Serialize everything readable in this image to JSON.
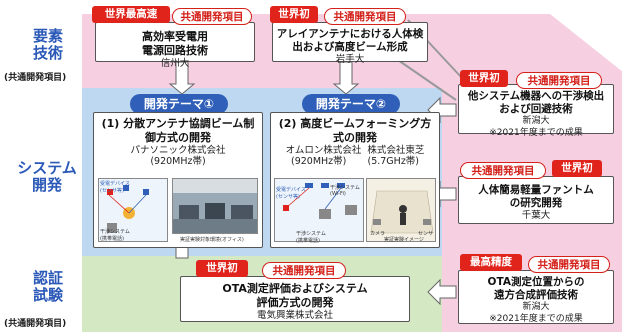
{
  "sections": {
    "element_tech": "要素\n技術",
    "element_tech_sub": "(共通開発項目)",
    "system_dev": "システム\n開発",
    "certification": "認証\n試験",
    "certification_sub": "(共通開発項目)"
  },
  "badges": {
    "world_fastest": "世界最高速",
    "world_first": "世界初",
    "common_item": "共通開発項目",
    "highest_precision": "最高精度",
    "theme1": "開発テーマ①",
    "theme2": "開発テーマ②"
  },
  "boxes": {
    "power_circuit": {
      "title": "高効率受電用\n電源回路技術",
      "org": "信州大"
    },
    "array_antenna": {
      "title": "アレイアンテナにおける人体検\n出および高度ビーム形成",
      "org": "岩手大"
    },
    "interference": {
      "title": "他システム機器への干渉検出\nおよび回避技術",
      "org": "新潟大\n※2021年度までの成果"
    },
    "phantom": {
      "title": "人体簡易軽量ファントム\nの研究開発",
      "org": "千葉大"
    },
    "ota_remote": {
      "title": "OTA測定位置からの\n遠方合成評価技術",
      "org": "新潟大\n※2021年度までの成果"
    },
    "theme1_box": {
      "title": "(1) 分散アンテナ協調ビーム制\n御方式の開発",
      "org": "パナソニック株式会社\n(920MHz帯)"
    },
    "theme2_box": {
      "title": "(2) 高度ビームフォーミング方\n式の開発",
      "org": "オムロン株式会社  株式会社東芝\n(920MHz帯)       (5.7GHz帯)"
    },
    "ota_eval": {
      "title": "OTA測定評価およびシステム\n評価方式の開発",
      "org": "電気興業株式会社"
    }
  },
  "diagram_labels": {
    "device1": "受電デバイス\n(センサ等)",
    "interfere1": "干渉システム\n(携帯電話)",
    "room1": "実証実験対象環境(オフィス)",
    "device2": "受電デバイス\n(センサ等)",
    "interfere2": "干渉システム\n(携帯電話)",
    "wifi": "干渉システム\n(Wi-Fi)",
    "camera": "カメラ",
    "sensor": "センサ",
    "room2": "実証実験イメージ"
  },
  "colors": {
    "pink": "#f6cfe0",
    "blue": "#bdd8f0",
    "green": "#d5e8c4",
    "accent_blue": "#2f5fb8",
    "red": "#e0241b"
  }
}
